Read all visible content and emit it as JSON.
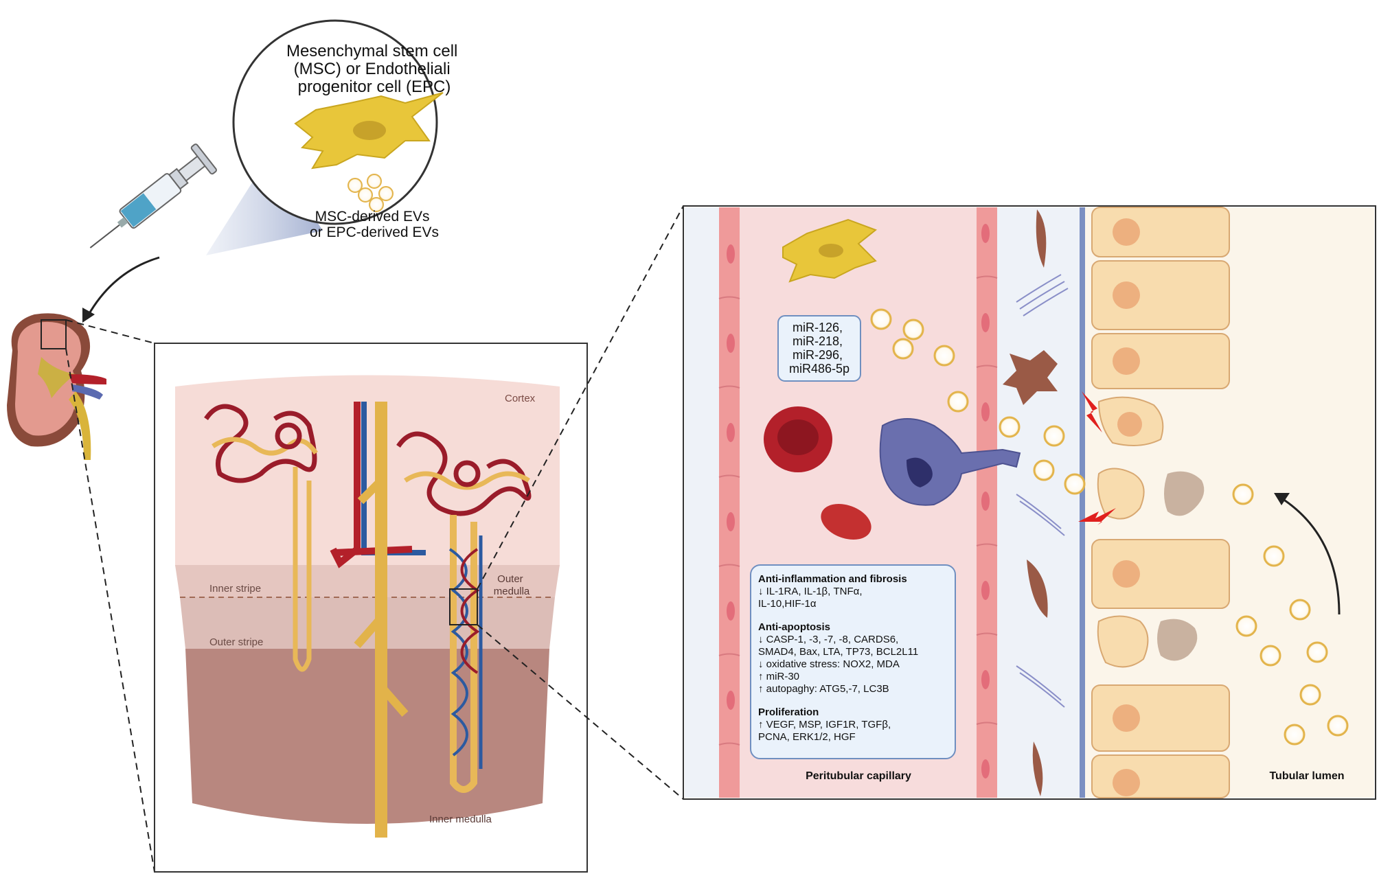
{
  "source_cell": {
    "title_lines": [
      "Mesenchymal stem cell",
      "(MSC) or Endotheliali",
      "progenitor cell (EPC)"
    ],
    "ev_lines": [
      "MSC-derived EVs",
      "or EPC-derived EVs"
    ]
  },
  "kidney_section": {
    "cortex": "Cortex",
    "outer_medulla_lines": [
      "Outer",
      "medulla"
    ],
    "inner_stripe": "Inner stripe",
    "outer_stripe": "Outer stripe",
    "inner_medulla": "Inner medulla"
  },
  "zoom_panel": {
    "mirna_lines": [
      "miR-126,",
      "miR-218,",
      "miR-296,",
      "miR486-5p"
    ],
    "effects": {
      "anti_inflammation": {
        "heading": "Anti-inflammation and fibrosis",
        "lines": [
          "↓ IL-1RA, IL-1β, TNFα,",
          "IL-10,HIF-1α"
        ]
      },
      "anti_apoptosis": {
        "heading": "Anti-apoptosis",
        "lines": [
          "↓ CASP-1, -3, -7, -8, CARDS6,",
          "SMAD4, Bax, LTA, TP73, BCL2L11",
          "↓ oxidative stress: NOX2, MDA",
          "↑ miR-30",
          "↑ autopaghy: ATG5,-7, LC3B"
        ]
      },
      "proliferation": {
        "heading": "Proliferation",
        "lines": [
          "↑ VEGF, MSP, IGF1R, TGFβ,",
          "PCNA, ERK1/2, HGF"
        ]
      }
    },
    "peritubular_label": "Peritubular capillary",
    "tubular_label": "Tubular lumen"
  },
  "colors": {
    "msc_yellow": "#e8c63a",
    "capillary_pink": "#f7dcdc",
    "endothelium": "#ef9a9a",
    "interstitium": "#eef2f8",
    "tubule_cell": "#f8dcae",
    "lumen": "#fbf5ea",
    "blood_red": "#b3202a",
    "text_box_border": "#6f8fc0",
    "text_box_fill": "#eaf2fb"
  }
}
